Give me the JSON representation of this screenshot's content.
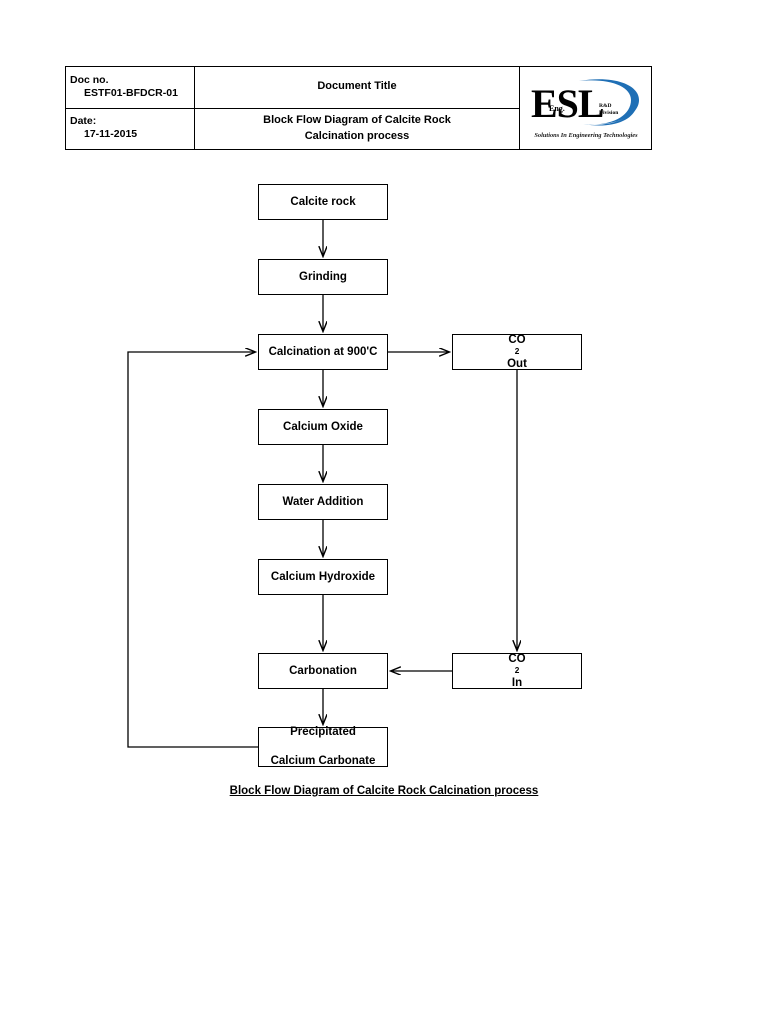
{
  "page": {
    "background": "#ffffff",
    "ink": "#000000"
  },
  "header": {
    "doc_no_label": "Doc no.",
    "doc_no_value": "ESTF01-BFDCR-01",
    "date_label": "Date:",
    "date_value": "17-11-2015",
    "document_title_label": "Document Title",
    "document_title_line1": "Block Flow Diagram of Calcite Rock",
    "document_title_line2": "Calcination process",
    "logo": {
      "wordmark": "ESL",
      "superscript": "Eng.",
      "division": "R&D Division",
      "tagline": "Solutions In Engineering Technologies",
      "arc_color": "#1F6FB5",
      "text_color": "#000000"
    }
  },
  "diagram": {
    "caption": "Block Flow Diagram of Calcite Rock Calcination process",
    "nodes": {
      "calcite_rock": "Calcite rock",
      "grinding": "Grinding",
      "calcination": "Calcination at 900'C",
      "co2_out_prefix": "CO",
      "co2_out_sub": "2",
      "co2_out_suffix": " Out",
      "calcium_oxide": "Calcium Oxide",
      "water_addition": "Water Addition",
      "calcium_hydroxide": "Calcium Hydroxide",
      "carbonation": "Carbonation",
      "co2_in_prefix": "CO",
      "co2_in_sub": "2",
      "co2_in_suffix": " In",
      "pcc_line1": "Precipitated",
      "pcc_line2": "Calcium Carbonate"
    },
    "edges": [
      {
        "from": "calcite_rock",
        "to": "grinding",
        "kind": "down-arrow"
      },
      {
        "from": "grinding",
        "to": "calcination",
        "kind": "down-arrow"
      },
      {
        "from": "calcination",
        "to": "co2_out",
        "kind": "right-arrow"
      },
      {
        "from": "calcination",
        "to": "calcium_oxide",
        "kind": "down-arrow"
      },
      {
        "from": "calcium_oxide",
        "to": "water_addition",
        "kind": "down-arrow"
      },
      {
        "from": "water_addition",
        "to": "calcium_hydroxide",
        "kind": "down-arrow"
      },
      {
        "from": "calcium_hydroxide",
        "to": "carbonation",
        "kind": "down-arrow"
      },
      {
        "from": "co2_out",
        "to": "co2_in",
        "kind": "down-arrow"
      },
      {
        "from": "co2_in",
        "to": "carbonation",
        "kind": "left-arrow"
      },
      {
        "from": "carbonation",
        "to": "pcc",
        "kind": "down-arrow"
      },
      {
        "from": "pcc",
        "to": "calcination",
        "kind": "recycle-loop"
      }
    ]
  }
}
